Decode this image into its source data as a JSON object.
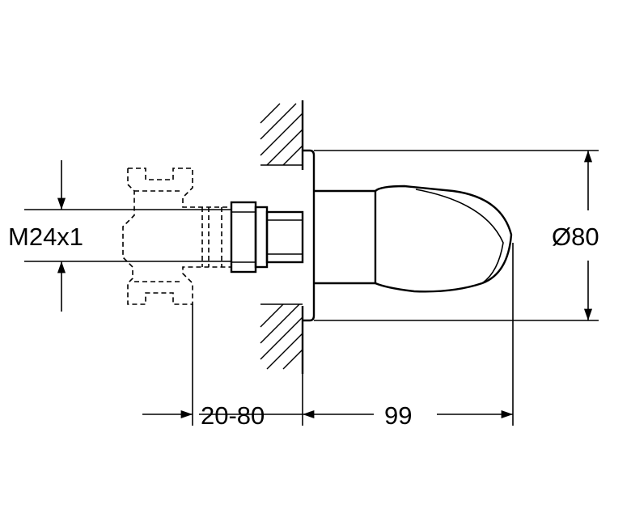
{
  "dimensions": {
    "thread": "M24x1",
    "depth_range": "20-80",
    "projection": "99",
    "diameter": "Ø80"
  },
  "colors": {
    "line": "#000000",
    "background": "#ffffff"
  }
}
